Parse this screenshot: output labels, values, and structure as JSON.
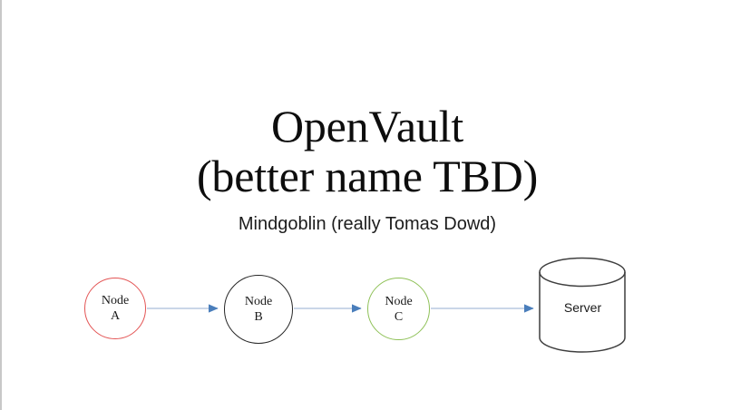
{
  "slide": {
    "title_lines": [
      "OpenVault",
      "(better name TBD)"
    ],
    "subtitle": "Mindgoblin (really Tomas Dowd)",
    "background_color": "#ffffff"
  },
  "diagram": {
    "type": "flow",
    "nodes": [
      {
        "id": "a",
        "shape": "circle",
        "label_line1": "Node",
        "label_line2": "A",
        "outline_color": "#e35454"
      },
      {
        "id": "b",
        "shape": "circle",
        "label_line1": "Node",
        "label_line2": "B",
        "outline_color": "#262626"
      },
      {
        "id": "c",
        "shape": "circle",
        "label_line1": "Node",
        "label_line2": "C",
        "outline_color": "#8fc158"
      },
      {
        "id": "server",
        "shape": "cylinder",
        "label_line1": "Server",
        "label_line2": "",
        "outline_color": "#3f3f3f"
      }
    ],
    "edges": [
      {
        "from": "a",
        "to": "b",
        "color": "#c2d0e4",
        "arrowhead_color": "#4a7ebb"
      },
      {
        "from": "b",
        "to": "c",
        "color": "#c2d0e4",
        "arrowhead_color": "#4a7ebb"
      },
      {
        "from": "c",
        "to": "server",
        "color": "#c2d0e4",
        "arrowhead_color": "#4a7ebb"
      }
    ]
  }
}
